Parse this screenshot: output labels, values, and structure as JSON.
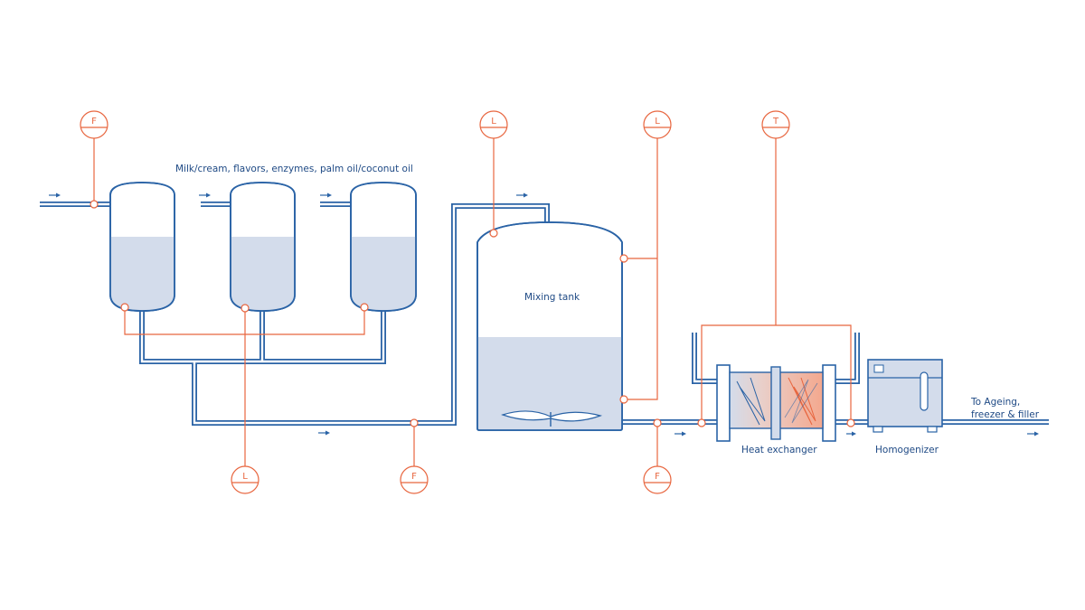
{
  "labels": {
    "ingredients": "Milk/cream, flavors, enzymes, palm oil/coconut oil",
    "mixing_tank": "Mixing tank",
    "heat_exchanger": "Heat exchanger",
    "homogenizer": "Homogenizer",
    "outlet_line1": "To Ageing,",
    "outlet_line2": "freezer & filler"
  },
  "instruments": [
    {
      "letter": "F"
    },
    {
      "letter": "L"
    },
    {
      "letter": "F"
    },
    {
      "letter": "L"
    },
    {
      "letter": "L"
    },
    {
      "letter": "F"
    },
    {
      "letter": "T"
    }
  ],
  "colors": {
    "pipe": "#2a63a6",
    "liquid": "#d3dceb",
    "signal": "#e8663f",
    "heated": "#f6b6a1"
  }
}
